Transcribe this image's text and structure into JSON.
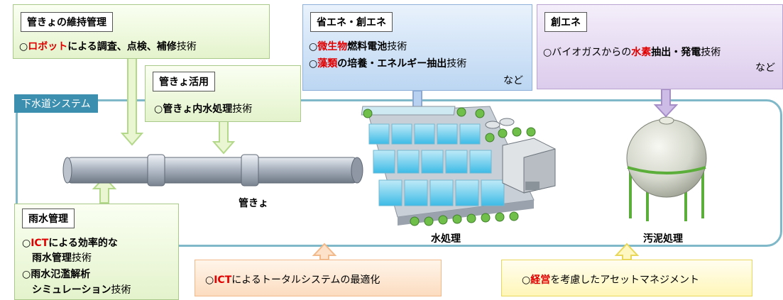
{
  "system_label": "下水道システム",
  "maintenance": {
    "title": "管きょの維持管理",
    "line": {
      "marker": "○",
      "red": "ロボット",
      "bold": "による調査、点検、補修",
      "plain": "技術"
    }
  },
  "pipe_use": {
    "title": "管きょ活用",
    "line": {
      "marker": "○",
      "bold": "管きょ内水処理",
      "plain": "技術"
    }
  },
  "energy_save": {
    "title": "省エネ・創エネ",
    "line1": {
      "marker": "○",
      "red": "微生物",
      "bold": "燃料電池",
      "plain": "技術"
    },
    "line2": {
      "marker": "○",
      "red": "藻類",
      "bold1": "の培養・",
      "bold2": "エネルギー抽出",
      "plain": "技術"
    },
    "line3": "など"
  },
  "energy_create": {
    "title": "創エネ",
    "line1": {
      "marker": "○",
      "plain1": "バイオガスからの",
      "red": "水素",
      "bold": "抽出・発電",
      "plain2": "技術"
    },
    "line2": "など"
  },
  "rainwater": {
    "title": "雨水管理",
    "line1": {
      "marker": "○",
      "red": "ICT",
      "bold": "による効率的な"
    },
    "line2": {
      "bold": "雨水管理",
      "plain": "技術"
    },
    "line3": {
      "marker": "○",
      "bold": "雨水氾濫解析"
    },
    "line4": {
      "bold": "シミュレーション",
      "plain": "技術"
    }
  },
  "ict_total": {
    "marker": "○",
    "red": "ICT",
    "plain": "によるトータルシステムの最適化"
  },
  "asset": {
    "marker": "○",
    "red": "経営",
    "plain": "を考慮したアセットマネジメント"
  },
  "captions": {
    "pipe": "管きょ",
    "water": "水処理",
    "sludge": "汚泥処理"
  },
  "colors": {
    "frame": "#7fb8c8",
    "label_bg": "#3d8fb0",
    "highlight": "#e00000"
  }
}
